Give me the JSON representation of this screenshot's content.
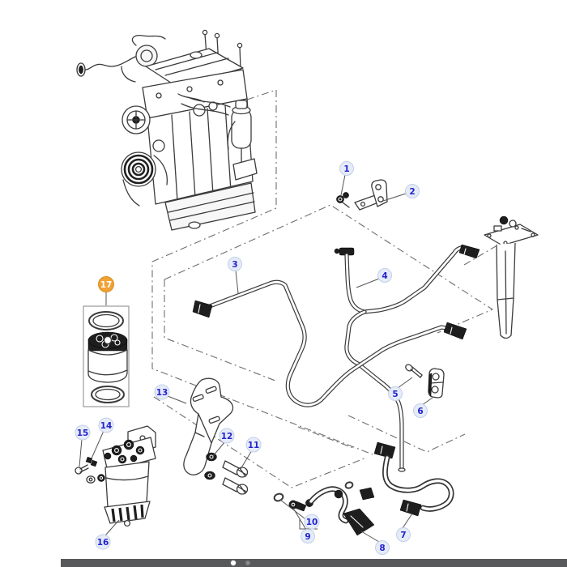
{
  "diagram": {
    "callouts": [
      {
        "number": "1",
        "highlighted": false
      },
      {
        "number": "2",
        "highlighted": false
      },
      {
        "number": "3",
        "highlighted": false
      },
      {
        "number": "4",
        "highlighted": false
      },
      {
        "number": "5",
        "highlighted": false
      },
      {
        "number": "6",
        "highlighted": false
      },
      {
        "number": "7",
        "highlighted": false
      },
      {
        "number": "8",
        "highlighted": false
      },
      {
        "number": "9",
        "highlighted": false
      },
      {
        "number": "10",
        "highlighted": false
      },
      {
        "number": "11",
        "highlighted": false
      },
      {
        "number": "12",
        "highlighted": false
      },
      {
        "number": "13",
        "highlighted": false
      },
      {
        "number": "14",
        "highlighted": false
      },
      {
        "number": "15",
        "highlighted": false
      },
      {
        "number": "16",
        "highlighted": false
      },
      {
        "number": "17",
        "highlighted": true
      }
    ],
    "colors": {
      "callout_text": "#2424cf",
      "callout_fill": "#e5ecf8",
      "callout_border": "#c2cfe8",
      "highlight_fill": "#f0a235",
      "highlight_border": "#d98d1f",
      "highlight_text": "#ffffff",
      "line_art": "#3b3b3b",
      "construction_line": "#6e6e6e",
      "scrollbar_track": "#58595b"
    }
  }
}
